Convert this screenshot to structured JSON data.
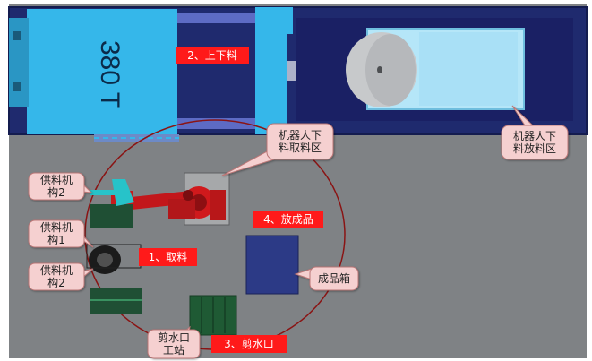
{
  "machine": {
    "tonnage": "380 T"
  },
  "step_labels": {
    "load_unload": "2、上下料",
    "pick": "1、取料",
    "place": "4、放成品",
    "gate_cut": "3、剪水口"
  },
  "callouts": {
    "robot_unload_zone": [
      "机器人下",
      "料放料区"
    ],
    "robot_pick_zone": [
      "机器人下",
      "料取料区"
    ],
    "feeder_top": [
      "供料机",
      "构2"
    ],
    "feeder_mid": [
      "供料机",
      "构1"
    ],
    "feeder_bottom": [
      "供料机",
      "构2"
    ],
    "product_box": [
      "成品箱"
    ],
    "gate_cut_station": [
      "剪水口",
      "工站"
    ]
  },
  "colors": {
    "floor": "#7f8285",
    "press_body": "#35b7ea",
    "dark_navy": "#1e2870",
    "robot_red": "#d0191c",
    "label_red": "#ff1a1a",
    "box_blue": "#2c3a86",
    "station_green": "#1f5a34"
  }
}
